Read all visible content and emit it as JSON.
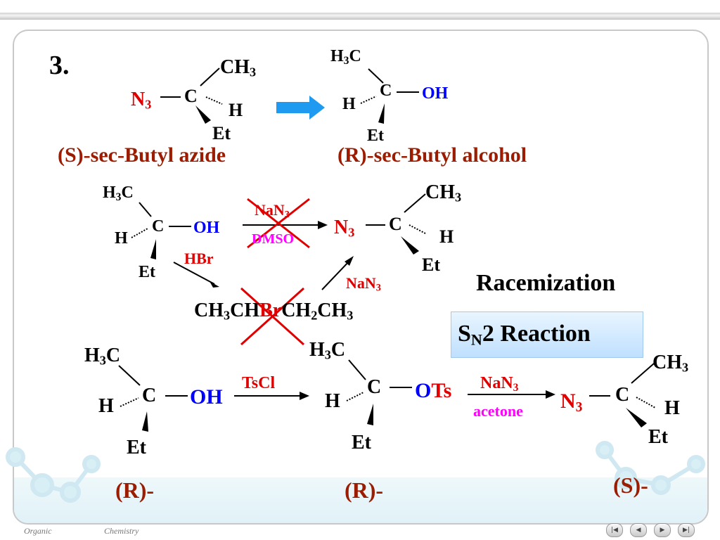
{
  "slide": {
    "number": "3.",
    "top_row": {
      "left_label": "(S)-sec-Butyl azide",
      "right_label": "(R)-sec-Butyl alcohol"
    },
    "middle_row": {
      "reagent_top": "NaN3",
      "reagent_bottom": "DMSO",
      "hbr": "HBr",
      "nan3": "NaN3",
      "intermediate": "CH3CHBrCH2CH3"
    },
    "side_labels": {
      "racemization": "Racemization",
      "sn2": "SN2 Reaction"
    },
    "bottom_row": {
      "reagent1": "TsCl",
      "reagent2_top": "NaN3",
      "reagent2_bottom": "acetone",
      "label1": "(R)-",
      "label2": "(R)-",
      "label3": "(S)-"
    }
  },
  "footer": {
    "left": "Organic",
    "right": "Chemistry"
  },
  "nav": [
    "first-icon",
    "prev-icon",
    "next-icon",
    "last-icon"
  ]
}
